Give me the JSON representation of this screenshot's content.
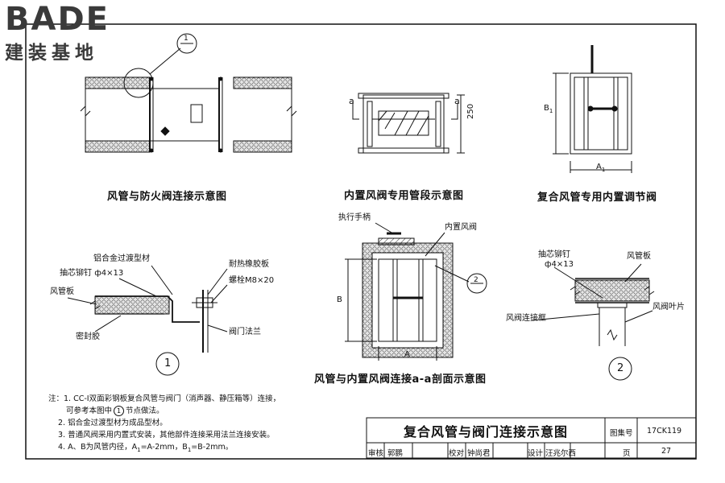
{
  "logo": {
    "brand": "BADE",
    "sub": "建装基地"
  },
  "captions": {
    "fire_damper": "风管与防火阀连接示意图",
    "inner_valve_section": "内置风阀专用管段示意图",
    "composite_valve": "复合风管专用内置调节阀",
    "aa_section": "风管与内置风阀连接a-a剖面示意图"
  },
  "labels": {
    "section_a_left": "a",
    "section_a_right": "a",
    "dim_250": "250",
    "dim_b1": "B",
    "dim_b1_sub": "1",
    "dim_a1": "A",
    "dim_a1_sub": "1",
    "actuator_handle": "执行手柄",
    "inner_damper": "内置风阀",
    "dim_b": "B",
    "dim_a": "A",
    "al_profile": "铝合金过渡型材",
    "rivet_1": "抽芯铆钉",
    "rivet_spec_1": "ф4×13",
    "duct_board_1": "风管板",
    "sealant": "密封胶",
    "rubber_board": "耐热橡胶板",
    "bolt": "螺栓M8×20",
    "valve_flange": "阀门法兰",
    "rivet_2": "抽芯铆钉",
    "rivet_spec_2": "ф4×13",
    "duct_board_2": "风管板",
    "valve_frame": "风阀连接框",
    "valve_blade": "风阀叶片",
    "callout_1": "1",
    "callout_2": "2",
    "detail_1": "1",
    "detail_2": "2"
  },
  "notes": [
    "注：1. CC-I双面彩钢板复合风管与阀门（消声器、静压箱等）连接，",
    "可参考本图中",
    "节点做法。",
    "2. 铝合金过渡型材为成品型材。",
    "3. 普通风阀采用内置式安装，其他部件连接采用法兰连接安装。",
    "4. A、B为风管内径，A",
    "=A-2mm，B",
    "=B-2mm。"
  ],
  "title_block": {
    "title": "复合风管与阀门连接示意图",
    "atlas_label": "图集号",
    "atlas_no": "17CK119",
    "review_label": "审核",
    "reviewer": "郭鹏",
    "check_label": "校对",
    "checker": "钟尚君",
    "design_label": "设计",
    "designer": "汪兆尔西",
    "page_label": "页",
    "page_no": "27"
  },
  "colors": {
    "line": "#111111",
    "insulation": "#cfcfcf",
    "brand": "#3a3a3a"
  }
}
